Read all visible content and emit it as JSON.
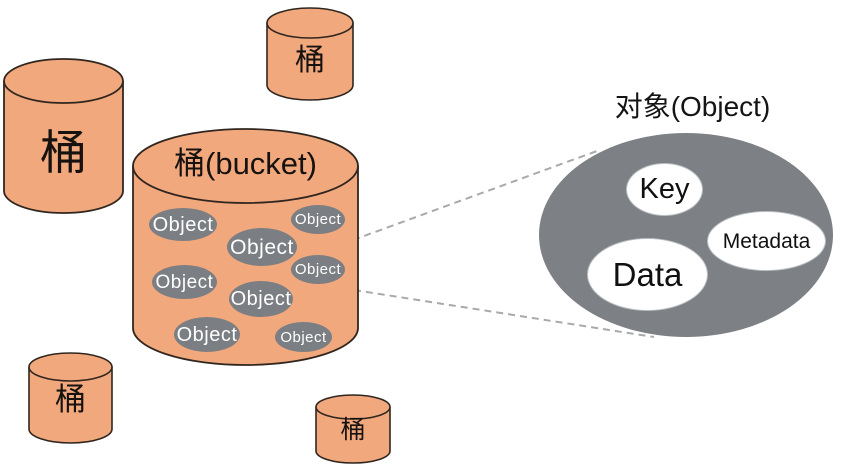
{
  "colors": {
    "bucket_fill": "#f2a87d",
    "bucket_stroke": "#30261f",
    "object_fill": "#7b7e82",
    "object_text": "#ffffff",
    "detail_fill": "#7d8084",
    "inner_ellipse_fill": "#ffffff",
    "connector_line": "#a9a9a9",
    "label_text": "#141414",
    "background": "#ffffff"
  },
  "buckets": [
    {
      "label": "桶",
      "position": "top-left-large"
    },
    {
      "label": "桶",
      "position": "top-small"
    },
    {
      "label": "桶",
      "position": "bottom-left"
    },
    {
      "label": "桶",
      "position": "bottom-small"
    }
  ],
  "main_bucket": {
    "label": "桶(bucket)",
    "objects": [
      "Object",
      "Object",
      "Object",
      "Object",
      "Object",
      "Object",
      "Object",
      "Object"
    ]
  },
  "object_detail": {
    "title": "对象(Object)",
    "parts": [
      {
        "label": "Key"
      },
      {
        "label": "Metadata"
      },
      {
        "label": "Data"
      }
    ]
  }
}
